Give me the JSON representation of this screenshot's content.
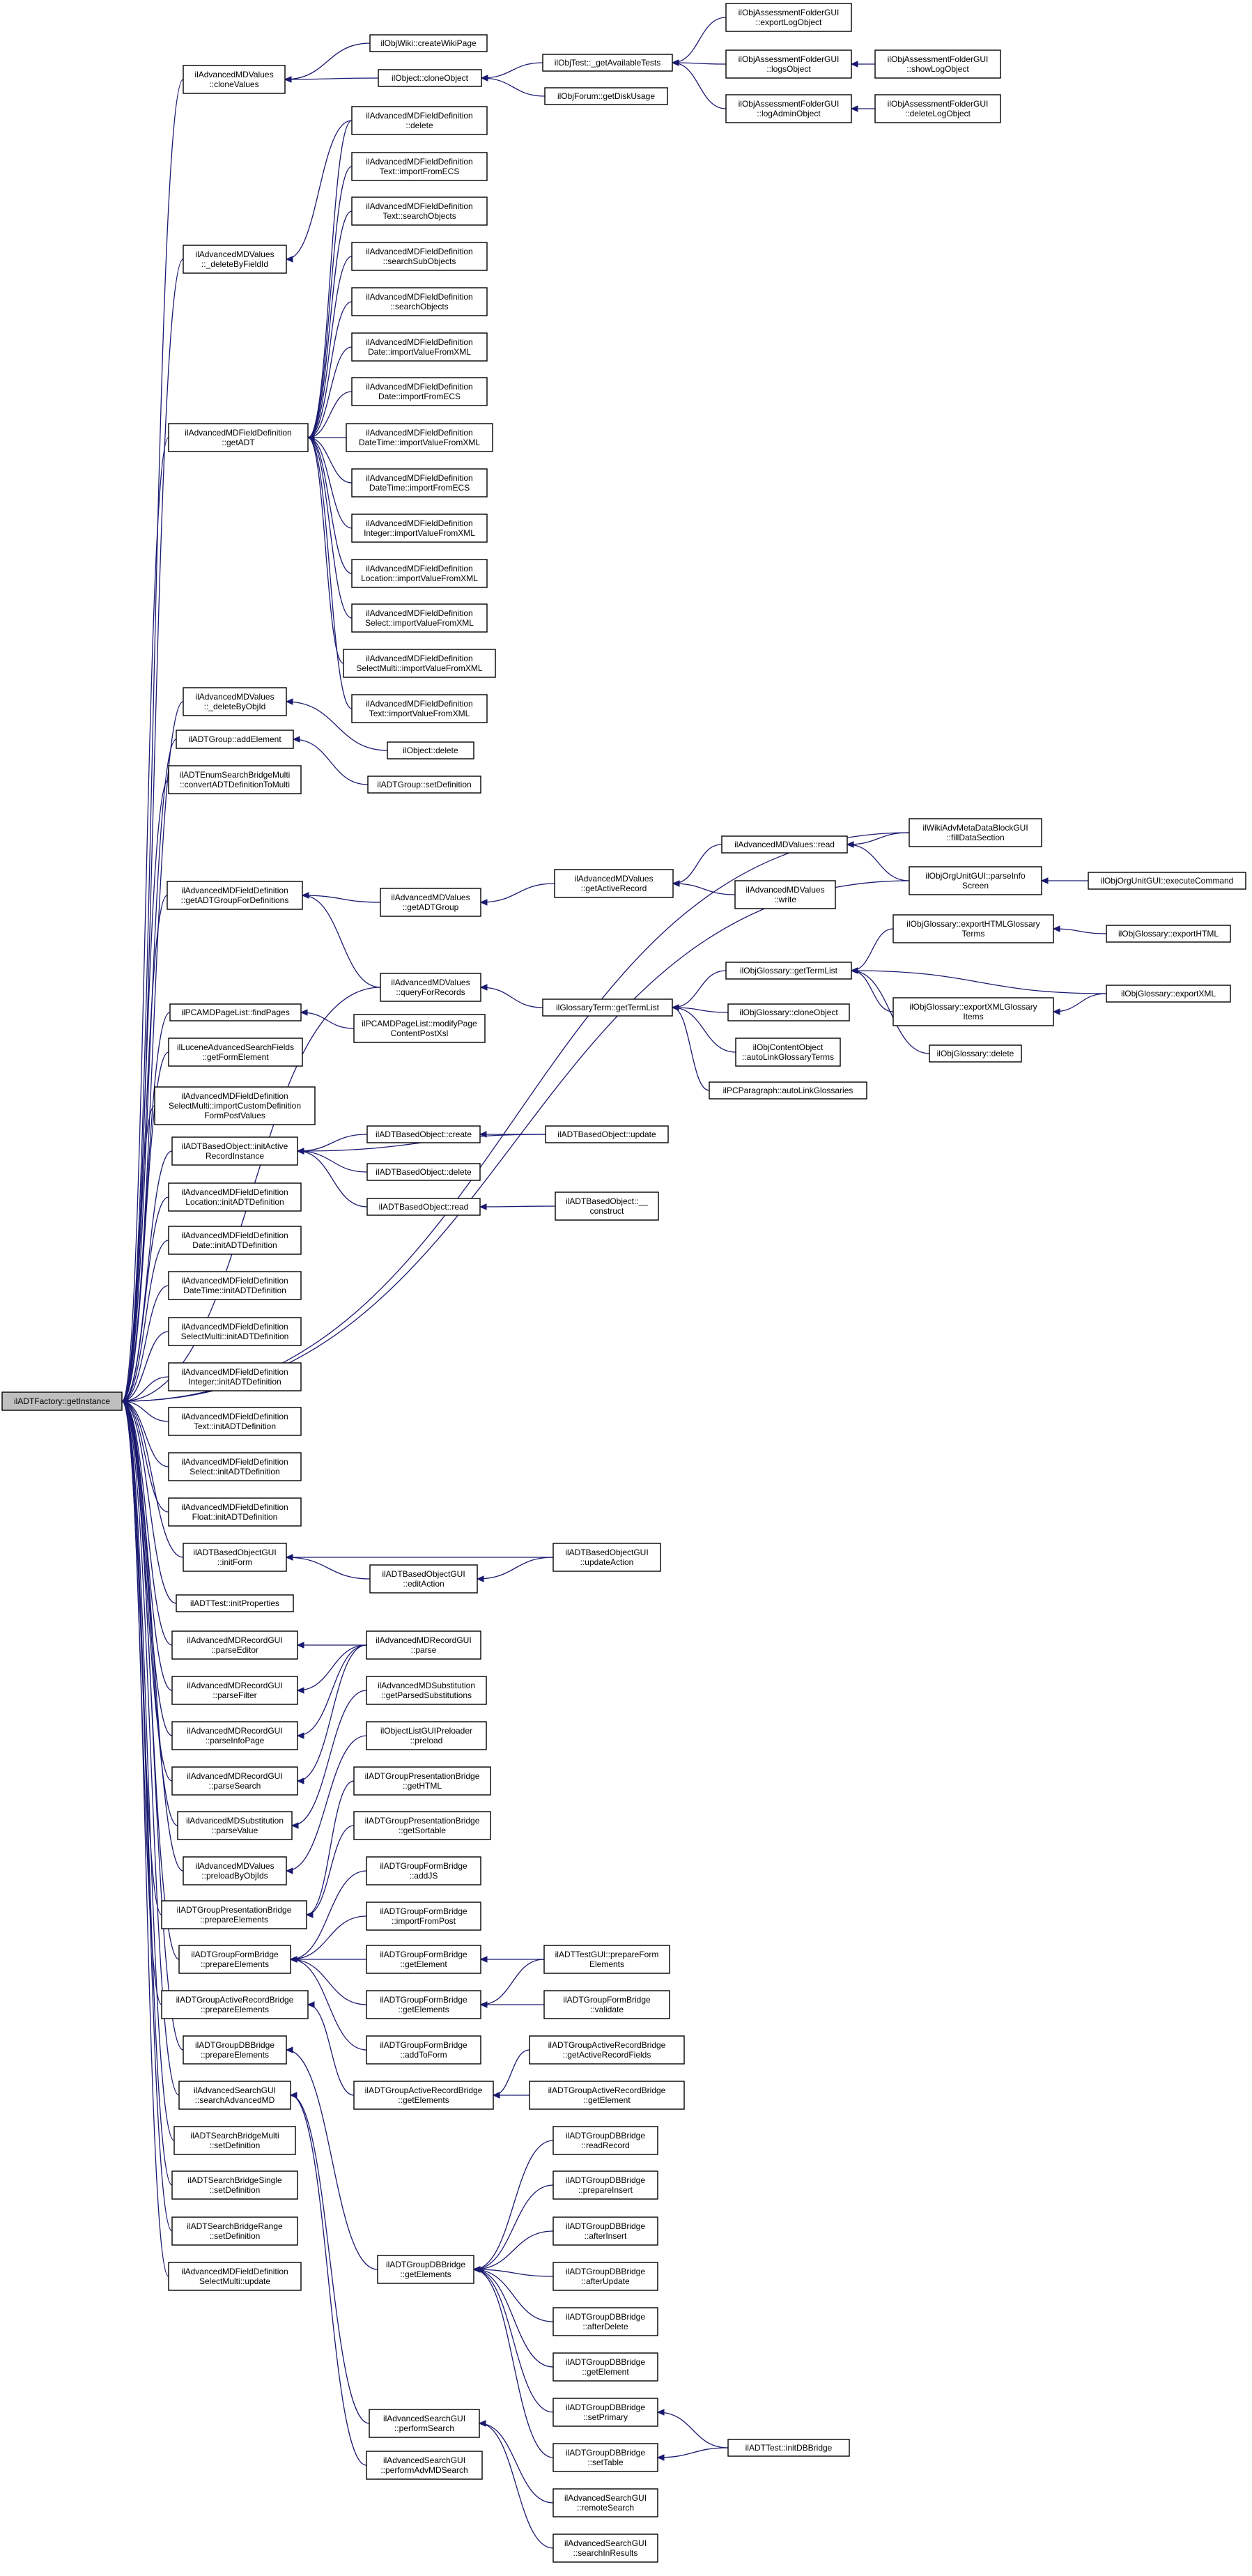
{
  "nodes": [
    {
      "id": "n0",
      "lines": [
        "ilADTFactory::getInstance"
      ]
    },
    {
      "id": "n1",
      "lines": [
        "ilAdvancedMDValues",
        "::cloneValues"
      ]
    },
    {
      "id": "n2",
      "lines": [
        "ilObjWiki::createWikiPage"
      ]
    },
    {
      "id": "n3",
      "lines": [
        "ilObject::cloneObject"
      ]
    },
    {
      "id": "n4",
      "lines": [
        "ilObjTest::_getAvailableTests"
      ]
    },
    {
      "id": "n5",
      "lines": [
        "ilObjForum::getDiskUsage"
      ]
    },
    {
      "id": "n6",
      "lines": [
        "ilObjAssessmentFolderGUI",
        "::exportLogObject"
      ]
    },
    {
      "id": "n7",
      "lines": [
        "ilObjAssessmentFolderGUI",
        "::logsObject"
      ]
    },
    {
      "id": "n8",
      "lines": [
        "ilObjAssessmentFolderGUI",
        "::logAdminObject"
      ]
    },
    {
      "id": "n9",
      "lines": [
        "ilObjAssessmentFolderGUI",
        "::showLogObject"
      ]
    },
    {
      "id": "n10",
      "lines": [
        "ilObjAssessmentFolderGUI",
        "::deleteLogObject"
      ]
    },
    {
      "id": "n11",
      "lines": [
        "ilAdvancedMDValues",
        "::_deleteByFieldId"
      ]
    },
    {
      "id": "n12",
      "lines": [
        "ilAdvancedMDFieldDefinition",
        "::delete"
      ]
    },
    {
      "id": "n13",
      "lines": [
        "ilAdvancedMDFieldDefinition",
        "Text::importFromECS"
      ]
    },
    {
      "id": "n14",
      "lines": [
        "ilAdvancedMDFieldDefinition",
        "Text::searchObjects"
      ]
    },
    {
      "id": "n15",
      "lines": [
        "ilAdvancedMDFieldDefinition",
        "::searchSubObjects"
      ]
    },
    {
      "id": "n16",
      "lines": [
        "ilAdvancedMDFieldDefinition",
        "::searchObjects"
      ]
    },
    {
      "id": "n17",
      "lines": [
        "ilAdvancedMDFieldDefinition",
        "Date::importValueFromXML"
      ]
    },
    {
      "id": "n18",
      "lines": [
        "ilAdvancedMDFieldDefinition",
        "Date::importFromECS"
      ]
    },
    {
      "id": "n19",
      "lines": [
        "ilAdvancedMDFieldDefinition",
        "::getADT"
      ]
    },
    {
      "id": "n20",
      "lines": [
        "ilAdvancedMDFieldDefinition",
        "DateTime::importValueFromXML"
      ]
    },
    {
      "id": "n21",
      "lines": [
        "ilAdvancedMDFieldDefinition",
        "DateTime::importFromECS"
      ]
    },
    {
      "id": "n22",
      "lines": [
        "ilAdvancedMDFieldDefinition",
        "Integer::importValueFromXML"
      ]
    },
    {
      "id": "n23",
      "lines": [
        "ilAdvancedMDFieldDefinition",
        "Location::importValueFromXML"
      ]
    },
    {
      "id": "n24",
      "lines": [
        "ilAdvancedMDFieldDefinition",
        "Select::importValueFromXML"
      ]
    },
    {
      "id": "n25",
      "lines": [
        "ilAdvancedMDFieldDefinition",
        "SelectMulti::importValueFromXML"
      ]
    },
    {
      "id": "n26",
      "lines": [
        "ilAdvancedMDFieldDefinition",
        "Text::importValueFromXML"
      ]
    },
    {
      "id": "n27",
      "lines": [
        "ilAdvancedMDValues",
        "::_deleteByObjId"
      ]
    },
    {
      "id": "n28",
      "lines": [
        "ilObject::delete"
      ]
    },
    {
      "id": "n29",
      "lines": [
        "ilADTGroup::addElement"
      ]
    },
    {
      "id": "n30",
      "lines": [
        "ilADTGroup::setDefinition"
      ]
    },
    {
      "id": "n31",
      "lines": [
        "ilADTEnumSearchBridgeMulti",
        "::convertADTDefinitionToMulti"
      ]
    },
    {
      "id": "n32",
      "lines": [
        "ilWikiAdvMetaDataBlockGUI",
        "::fillDataSection"
      ]
    },
    {
      "id": "n33",
      "lines": [
        "ilAdvancedMDValues::read"
      ]
    },
    {
      "id": "n34",
      "lines": [
        "ilAdvancedMDFieldDefinition",
        "::getADTGroupForDefinitions"
      ]
    },
    {
      "id": "n35",
      "lines": [
        "ilAdvancedMDValues",
        "::getADTGroup"
      ]
    },
    {
      "id": "n36",
      "lines": [
        "ilAdvancedMDValues",
        "::getActiveRecord"
      ]
    },
    {
      "id": "n37",
      "lines": [
        "ilAdvancedMDValues",
        "::write"
      ]
    },
    {
      "id": "n38",
      "lines": [
        "ilObjOrgUnitGUI::parseInfo",
        "Screen"
      ]
    },
    {
      "id": "n39",
      "lines": [
        "ilObjOrgUnitGUI::executeCommand"
      ]
    },
    {
      "id": "n40",
      "lines": [
        "ilObjGlossary::exportHTMLGlossary",
        "Terms"
      ]
    },
    {
      "id": "n41",
      "lines": [
        "ilObjGlossary::exportHTML"
      ]
    },
    {
      "id": "n42",
      "lines": [
        "ilAdvancedMDValues",
        "::queryForRecords"
      ]
    },
    {
      "id": "n43",
      "lines": [
        "ilObjGlossary::getTermList"
      ]
    },
    {
      "id": "n44",
      "lines": [
        "ilObjGlossary::exportXML"
      ]
    },
    {
      "id": "n45",
      "lines": [
        "ilObjGlossary::exportXMLGlossary",
        "Items"
      ]
    },
    {
      "id": "n46",
      "lines": [
        "ilPCAMDPageList::findPages"
      ]
    },
    {
      "id": "n47",
      "lines": [
        "ilGlossaryTerm::getTermList"
      ]
    },
    {
      "id": "n48",
      "lines": [
        "ilObjGlossary::cloneObject"
      ]
    },
    {
      "id": "n49",
      "lines": [
        "ilPCAMDPageList::modifyPage",
        "ContentPostXsl"
      ]
    },
    {
      "id": "n50",
      "lines": [
        "ilObjGlossary::delete"
      ]
    },
    {
      "id": "n51",
      "lines": [
        "ilLuceneAdvancedSearchFields",
        "::getFormElement"
      ]
    },
    {
      "id": "n52",
      "lines": [
        "ilObjContentObject",
        "::autoLinkGlossaryTerms"
      ]
    },
    {
      "id": "n53",
      "lines": [
        "ilPCParagraph::autoLinkGlossaries"
      ]
    },
    {
      "id": "n54",
      "lines": [
        "ilAdvancedMDFieldDefinition",
        "SelectMulti::importCustomDefinition",
        "FormPostValues"
      ]
    },
    {
      "id": "n55",
      "lines": [
        "ilADTBasedObject::create"
      ]
    },
    {
      "id": "n56",
      "lines": [
        "ilADTBasedObject::update"
      ]
    },
    {
      "id": "n57",
      "lines": [
        "ilADTBasedObject::initActive",
        "RecordInstance"
      ]
    },
    {
      "id": "n58",
      "lines": [
        "ilADTBasedObject::delete"
      ]
    },
    {
      "id": "n59",
      "lines": [
        "ilADTBasedObject::read"
      ]
    },
    {
      "id": "n60",
      "lines": [
        "ilADTBasedObject::__",
        "construct"
      ]
    },
    {
      "id": "n61",
      "lines": [
        "ilAdvancedMDFieldDefinition",
        "Location::initADTDefinition"
      ]
    },
    {
      "id": "n62",
      "lines": [
        "ilAdvancedMDFieldDefinition",
        "Date::initADTDefinition"
      ]
    },
    {
      "id": "n63",
      "lines": [
        "ilAdvancedMDFieldDefinition",
        "DateTime::initADTDefinition"
      ]
    },
    {
      "id": "n64",
      "lines": [
        "ilAdvancedMDFieldDefinition",
        "SelectMulti::initADTDefinition"
      ]
    },
    {
      "id": "n65",
      "lines": [
        "ilAdvancedMDFieldDefinition",
        "Integer::initADTDefinition"
      ]
    },
    {
      "id": "n66",
      "lines": [
        "ilAdvancedMDFieldDefinition",
        "Text::initADTDefinition"
      ]
    },
    {
      "id": "n67",
      "lines": [
        "ilAdvancedMDFieldDefinition",
        "Select::initADTDefinition"
      ]
    },
    {
      "id": "n68",
      "lines": [
        "ilAdvancedMDFieldDefinition",
        "Float::initADTDefinition"
      ]
    },
    {
      "id": "n69",
      "lines": [
        "ilADTBasedObjectGUI",
        "::initForm"
      ]
    },
    {
      "id": "n70",
      "lines": [
        "ilADTBasedObjectGUI",
        "::updateAction"
      ]
    },
    {
      "id": "n71",
      "lines": [
        "ilADTBasedObjectGUI",
        "::editAction"
      ]
    },
    {
      "id": "n72",
      "lines": [
        "ilADTTest::initProperties"
      ]
    },
    {
      "id": "n73",
      "lines": [
        "ilAdvancedMDRecordGUI",
        "::parseEditor"
      ]
    },
    {
      "id": "n74",
      "lines": [
        "ilAdvancedMDRecordGUI",
        "::parse"
      ]
    },
    {
      "id": "n75",
      "lines": [
        "ilAdvancedMDRecordGUI",
        "::parseFilter"
      ]
    },
    {
      "id": "n76",
      "lines": [
        "ilAdvancedMDSubstitution",
        "::getParsedSubstitutions"
      ]
    },
    {
      "id": "n77",
      "lines": [
        "ilAdvancedMDRecordGUI",
        "::parseInfoPage"
      ]
    },
    {
      "id": "n78",
      "lines": [
        "ilObjectListGUIPreloader",
        "::preload"
      ]
    },
    {
      "id": "n79",
      "lines": [
        "ilAdvancedMDRecordGUI",
        "::parseSearch"
      ]
    },
    {
      "id": "n80",
      "lines": [
        "ilADTGroupPresentationBridge",
        "::getHTML"
      ]
    },
    {
      "id": "n81",
      "lines": [
        "ilAdvancedMDSubstitution",
        "::parseValue"
      ]
    },
    {
      "id": "n82",
      "lines": [
        "ilADTGroupPresentationBridge",
        "::getSortable"
      ]
    },
    {
      "id": "n83",
      "lines": [
        "ilAdvancedMDValues",
        "::preloadByObjIds"
      ]
    },
    {
      "id": "n84",
      "lines": [
        "ilADTGroupFormBridge",
        "::addJS"
      ]
    },
    {
      "id": "n85",
      "lines": [
        "ilADTGroupPresentationBridge",
        "::prepareElements"
      ]
    },
    {
      "id": "n86",
      "lines": [
        "ilADTGroupFormBridge",
        "::importFromPost"
      ]
    },
    {
      "id": "n87",
      "lines": [
        "ilADTGroupFormBridge",
        "::prepareElements"
      ]
    },
    {
      "id": "n88",
      "lines": [
        "ilADTGroupFormBridge",
        "::getElement"
      ]
    },
    {
      "id": "n89",
      "lines": [
        "ilADTTestGUI::prepareForm",
        "Elements"
      ]
    },
    {
      "id": "n90",
      "lines": [
        "ilADTGroupFormBridge",
        "::getElements"
      ]
    },
    {
      "id": "n91",
      "lines": [
        "ilADTGroupFormBridge",
        "::validate"
      ]
    },
    {
      "id": "n92",
      "lines": [
        "ilADTGroupActiveRecordBridge",
        "::prepareElements"
      ]
    },
    {
      "id": "n93",
      "lines": [
        "ilADTGroupFormBridge",
        "::addToForm"
      ]
    },
    {
      "id": "n94",
      "lines": [
        "ilADTGroupActiveRecordBridge",
        "::getActiveRecordFields"
      ]
    },
    {
      "id": "n95",
      "lines": [
        "ilADTGroupDBBridge",
        "::prepareElements"
      ]
    },
    {
      "id": "n96",
      "lines": [
        "ilADTGroupActiveRecordBridge",
        "::getElements"
      ]
    },
    {
      "id": "n97",
      "lines": [
        "ilADTGroupActiveRecordBridge",
        "::getElement"
      ]
    },
    {
      "id": "n98",
      "lines": [
        "ilAdvancedSearchGUI",
        "::searchAdvancedMD"
      ]
    },
    {
      "id": "n99",
      "lines": [
        "ilADTSearchBridgeMulti",
        "::setDefinition"
      ]
    },
    {
      "id": "n100",
      "lines": [
        "ilADTGroupDBBridge",
        "::readRecord"
      ]
    },
    {
      "id": "n101",
      "lines": [
        "ilADTSearchBridgeSingle",
        "::setDefinition"
      ]
    },
    {
      "id": "n102",
      "lines": [
        "ilADTGroupDBBridge",
        "::prepareInsert"
      ]
    },
    {
      "id": "n103",
      "lines": [
        "ilADTSearchBridgeRange",
        "::setDefinition"
      ]
    },
    {
      "id": "n104",
      "lines": [
        "ilADTGroupDBBridge",
        "::afterInsert"
      ]
    },
    {
      "id": "n105",
      "lines": [
        "ilAdvancedMDFieldDefinition",
        "SelectMulti::update"
      ]
    },
    {
      "id": "n106",
      "lines": [
        "ilADTGroupDBBridge",
        "::getElements"
      ]
    },
    {
      "id": "n107",
      "lines": [
        "ilADTGroupDBBridge",
        "::afterUpdate"
      ]
    },
    {
      "id": "n108",
      "lines": [
        "ilADTGroupDBBridge",
        "::afterDelete"
      ]
    },
    {
      "id": "n109",
      "lines": [
        "ilADTGroupDBBridge",
        "::getElement"
      ]
    },
    {
      "id": "n110",
      "lines": [
        "ilADTGroupDBBridge",
        "::setPrimary"
      ]
    },
    {
      "id": "n111",
      "lines": [
        "ilAdvancedSearchGUI",
        "::performSearch"
      ]
    },
    {
      "id": "n112",
      "lines": [
        "ilADTTest::initDBBridge"
      ]
    },
    {
      "id": "n113",
      "lines": [
        "ilADTGroupDBBridge",
        "::setTable"
      ]
    },
    {
      "id": "n114",
      "lines": [
        "ilAdvancedSearchGUI",
        "::performAdvMDSearch"
      ]
    },
    {
      "id": "n115",
      "lines": [
        "ilAdvancedSearchGUI",
        "::remoteSearch"
      ]
    },
    {
      "id": "n116",
      "lines": [
        "ilAdvancedSearchGUI",
        "::searchInResults"
      ]
    }
  ]
}
